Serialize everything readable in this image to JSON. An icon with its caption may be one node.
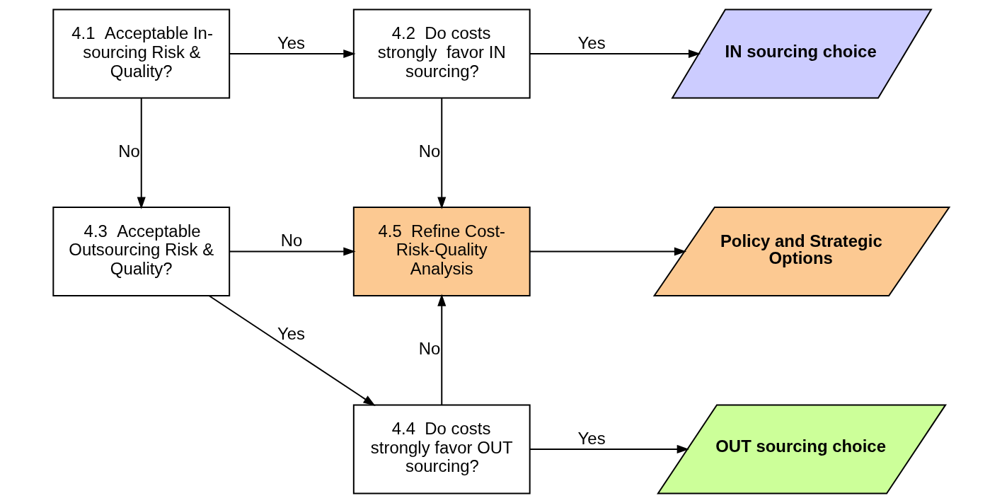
{
  "diagram": {
    "nodes": [
      {
        "text": [
          "4.1  Acceptable In-sourcing Risk & Quality?"
        ]
      },
      {
        "text": [
          "4.2  Do costs strongly  favor IN sourcing?"
        ]
      },
      {
        "text": [
          "IN sourcing choice"
        ]
      },
      {
        "text": [
          "4.5  Refine Cost-Risk-Quality Analysis"
        ]
      },
      {
        "text": [
          "Policy and Strategic Options"
        ]
      },
      {
        "text": [
          "4.3  Acceptable Outsourcing Risk & Quality?"
        ]
      },
      {
        "text": [
          "4.4  Do costs strongly favor OUT sourcing?"
        ]
      },
      {
        "text": [
          "OUT sourcing choice"
        ]
      }
    ],
    "edges": [
      {
        "from": 0,
        "to": 1,
        "arrow": "to",
        "label": "Yes"
      },
      {
        "from": 1,
        "to": 2,
        "arrow": "to",
        "label": "Yes"
      },
      {
        "from": 1,
        "to": 3,
        "arrow": "to",
        "label": "No"
      },
      {
        "from": 0,
        "to": 5,
        "arrow": "to",
        "label": "No"
      },
      {
        "from": 5,
        "to": 3,
        "arrow": "to",
        "label": "No"
      },
      {
        "from": 3,
        "to": 4,
        "arrow": "to"
      },
      {
        "from": 5,
        "to": 6,
        "arrow": "to",
        "label": "Yes"
      },
      {
        "from": 6,
        "to": 3,
        "arrow": "to",
        "label": "No"
      },
      {
        "from": 6,
        "to": 7,
        "arrow": "to",
        "label": "Yes"
      }
    ]
  }
}
